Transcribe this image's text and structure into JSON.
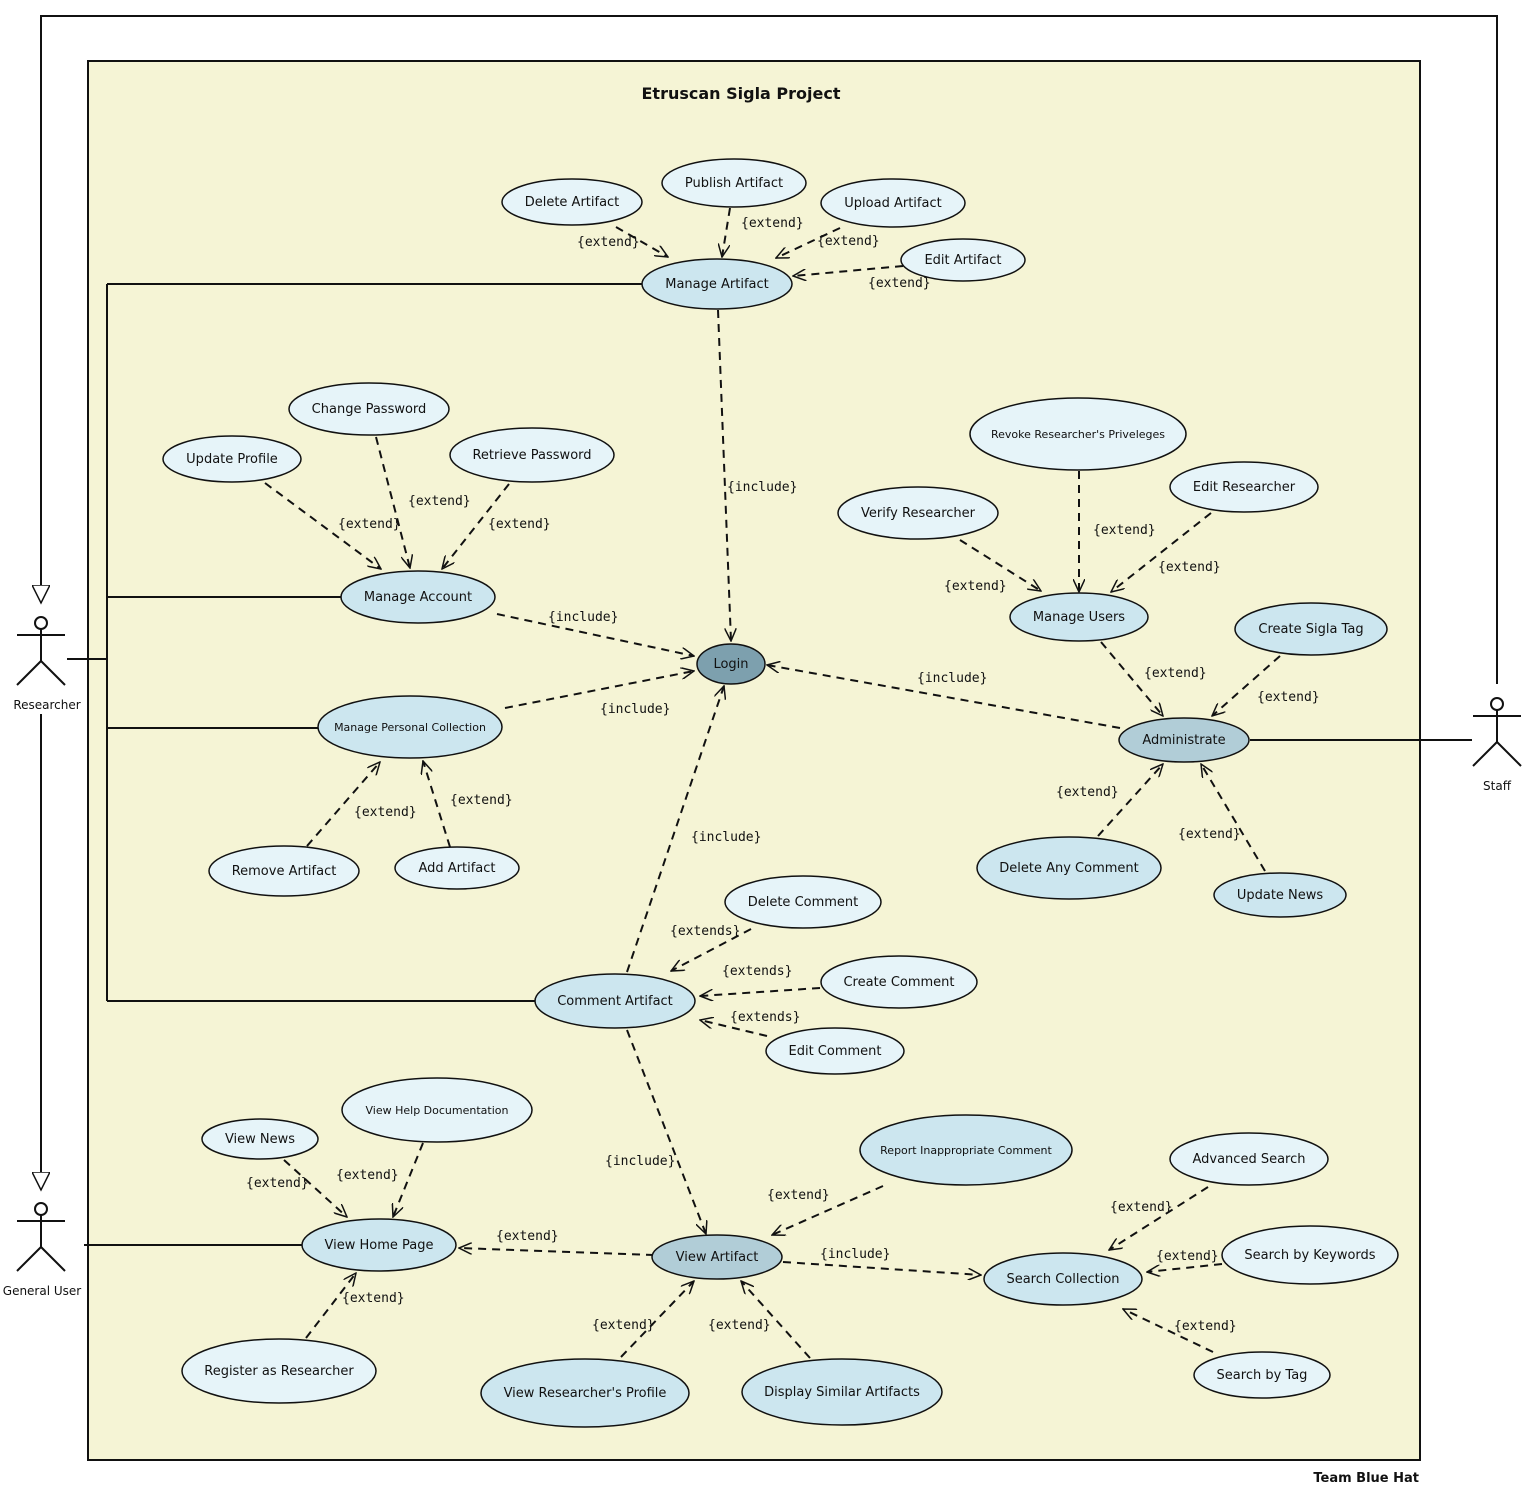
{
  "system": {
    "title": "Etruscan Sigla Project",
    "footer": "Team Blue Hat"
  },
  "colors": {
    "boundary_fill": "#f5f4d5",
    "uc_light": "#e6f4f9",
    "uc_mid": "#cce6ef",
    "uc_dark": "#b1cdd7",
    "uc_login": "#7da0ae"
  },
  "actors": {
    "researcher": "Researcher",
    "general_user": "General User",
    "staff": "Staff"
  },
  "use_cases": {
    "delete_artifact": "Delete Artifact",
    "publish_artifact": "Publish Artifact",
    "upload_artifact": "Upload Artifact",
    "edit_artifact": "Edit Artifact",
    "manage_artifact": "Manage Artifact",
    "change_password": "Change Password",
    "update_profile": "Update Profile",
    "retrieve_password": "Retrieve Password",
    "manage_account": "Manage Account",
    "login": "Login",
    "revoke_privileges": "Revoke Researcher's Priveleges",
    "edit_researcher": "Edit Researcher",
    "verify_researcher": "Verify Researcher",
    "manage_users": "Manage Users",
    "create_sigla_tag": "Create Sigla Tag",
    "administrate": "Administrate",
    "manage_personal_collection": "Manage Personal Collection",
    "remove_artifact": "Remove Artifact",
    "add_artifact": "Add Artifact",
    "delete_any_comment": "Delete Any Comment",
    "update_news": "Update News",
    "delete_comment": "Delete Comment",
    "create_comment": "Create Comment",
    "comment_artifact": "Comment Artifact",
    "edit_comment": "Edit Comment",
    "view_news": "View News",
    "view_help": "View Help Documentation",
    "report_comment": "Report Inappropriate Comment",
    "advanced_search": "Advanced Search",
    "view_home_page": "View Home Page",
    "view_artifact": "View Artifact",
    "search_collection": "Search Collection",
    "search_keywords": "Search by Keywords",
    "register_researcher": "Register as Researcher",
    "view_researcher_profile": "View Researcher's Profile",
    "display_similar": "Display Similar Artifacts",
    "search_tag": "Search by Tag"
  },
  "relations": {
    "extend": "{extend}",
    "include": "{include}",
    "extends": "{extends}"
  }
}
